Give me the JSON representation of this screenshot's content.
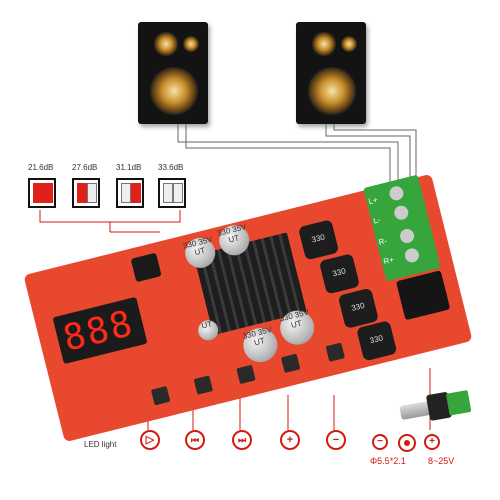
{
  "gain_settings": [
    {
      "label": "21.6dB",
      "switches": [
        true,
        true
      ]
    },
    {
      "label": "27.6dB",
      "switches": [
        true,
        false
      ]
    },
    {
      "label": "31.1dB",
      "switches": [
        false,
        true
      ]
    },
    {
      "label": "33.6dB",
      "switches": [
        false,
        false
      ]
    }
  ],
  "board": {
    "display_digits": "888",
    "capacitors": [
      {
        "text": "330 35V UT"
      },
      {
        "text": "330 35V UT"
      },
      {
        "text": "330 35V UT"
      },
      {
        "text": "330 35V UT"
      },
      {
        "text": "UT"
      }
    ],
    "inductors": [
      "330",
      "330",
      "330",
      "330"
    ],
    "terminal_labels": {
      "l_plus": "L+",
      "l_minus": "L-",
      "r_minus": "R-",
      "r_plus": "R+"
    }
  },
  "led_label": "LED light",
  "buttons": [
    {
      "symbol": "▷",
      "icon": "play-icon"
    },
    {
      "symbol": "⏮",
      "icon": "previous-icon"
    },
    {
      "symbol": "⏭",
      "icon": "next-icon"
    },
    {
      "symbol": "+",
      "icon": "plus-icon"
    },
    {
      "symbol": "−",
      "icon": "minus-icon"
    }
  ],
  "power": {
    "minus_symbol": "−",
    "plus_symbol": "+",
    "jack_spec": "Φ5.5*2.1",
    "voltage": "8~25V"
  },
  "colors": {
    "board": "#e8492e",
    "terminal": "#36a53b",
    "accent": "#d11a10"
  }
}
